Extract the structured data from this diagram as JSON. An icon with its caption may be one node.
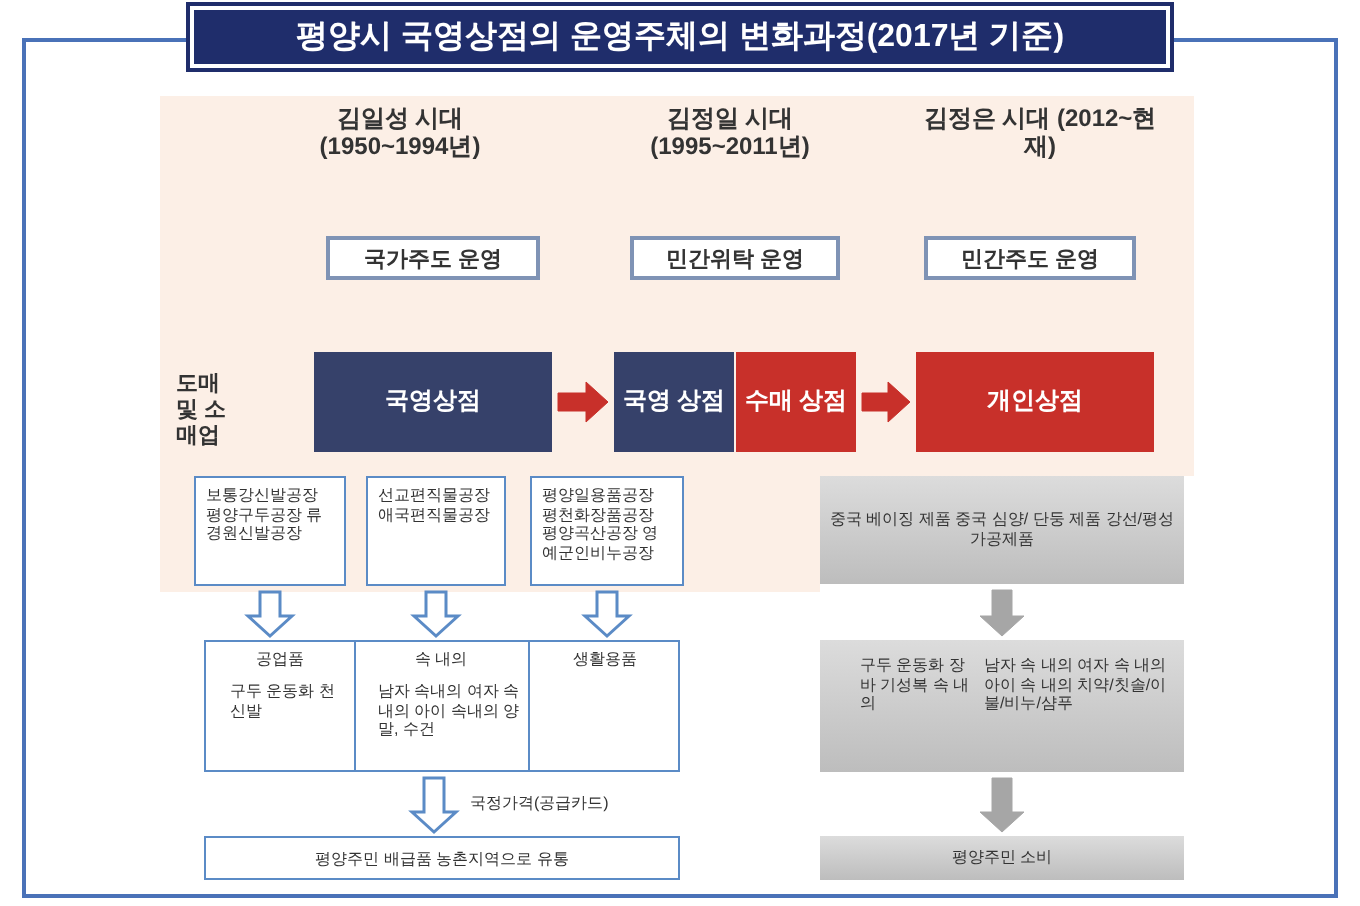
{
  "diagram": {
    "title": "평양시 국영상점의 운영주체의 변화과정(2017년 기준)",
    "nodes": [
      {
        "text": [
          "국가주도 운영"
        ]
      },
      {
        "text": [
          "민간위탁 운영"
        ]
      },
      {
        "text": [
          "민간주도 운영"
        ]
      },
      {
        "text": [
          "국영상점"
        ]
      },
      {
        "text": [
          "국영 상점"
        ]
      },
      {
        "text": [
          "수매 상점"
        ]
      },
      {
        "text": [
          "개인상점"
        ]
      },
      {
        "text": [
          "보통강신발공장 평양구두공장 류경원신발공장"
        ]
      },
      {
        "text": [
          "선교편직물공장 애국편직물공장"
        ]
      },
      {
        "text": [
          "평양일용품공장 평천화장품공장 평양곡산공장 영예군인비누공장"
        ]
      },
      {
        "text": [
          "공업품",
          "구두 운동화 천신발",
          "속 내의",
          "남자 속내의 여자 속내의 아이 속내의 양말, 수건",
          "생활용품"
        ]
      },
      {
        "text": [
          "평양주민 배급품 농촌지역으로 유통"
        ]
      },
      {
        "text": [
          "중국 베이징 제품 중국 심양/ 단둥 제품 강선/평성 가공제품"
        ]
      },
      {
        "text": [
          "구두 운동화 장바 기성복 속 내의",
          "남자 속 내의 여자 속 내의 아이 속 내의 치약/칫솔/이불/비누/샴푸"
        ]
      },
      {
        "text": [
          "평양주민 소비"
        ]
      }
    ],
    "edges": [
      {
        "from": 3,
        "to": 4,
        "arrow": "to",
        "color": "#c8302a"
      },
      {
        "from": 5,
        "to": 6,
        "arrow": "to",
        "color": "#c8302a"
      },
      {
        "from": 7,
        "to": 10,
        "arrow": "to"
      },
      {
        "from": 8,
        "to": 10,
        "arrow": "to"
      },
      {
        "from": 9,
        "to": 10,
        "arrow": "to"
      },
      {
        "from": 10,
        "to": 11,
        "arrow": "to",
        "label": "국정가격(공급카드)"
      },
      {
        "from": 12,
        "to": 13,
        "arrow": "to",
        "color": "#a6a6a6"
      },
      {
        "from": 13,
        "to": 14,
        "arrow": "to",
        "color": "#a6a6a6"
      }
    ],
    "labels": [
      "김일성 시대 (1950~1994년)",
      "김정일 시대 (1995~2011년)",
      "김정은 시대 (2012~현재)",
      "도매 및 소매업"
    ]
  }
}
